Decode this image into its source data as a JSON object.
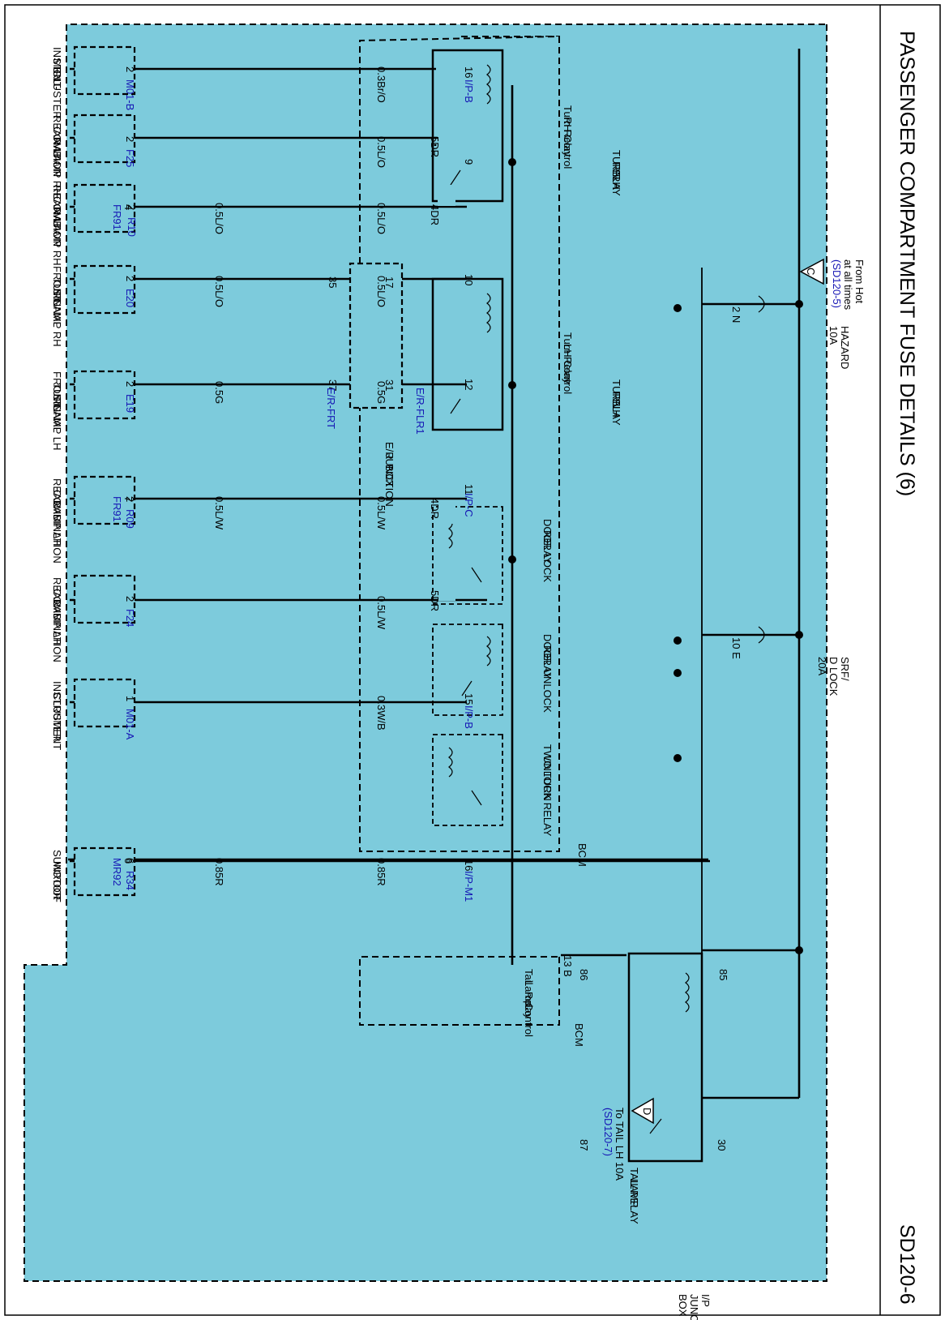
{
  "title": "PASSENGER COMPARTMENT FUSE DETAILS (6)",
  "page_code": "SD120-6",
  "labels": [
    {
      "text": "From Hot",
      "color": "black"
    },
    {
      "text": "at all times",
      "color": "black"
    },
    {
      "text": "(SD120-5)",
      "color": "blue"
    },
    {
      "text": "C",
      "color": "black"
    },
    {
      "text": "HAZARD",
      "color": "black"
    },
    {
      "text": "10A",
      "color": "black"
    },
    {
      "text": "SRF/",
      "color": "black"
    },
    {
      "text": "D LOCK",
      "color": "black"
    },
    {
      "text": "20A",
      "color": "black"
    },
    {
      "text": "2 N",
      "color": "black"
    },
    {
      "text": "10 E",
      "color": "black"
    },
    {
      "text": "TURN",
      "color": "black"
    },
    {
      "text": "RELAY",
      "color": "black"
    },
    {
      "text": "RH",
      "color": "black"
    },
    {
      "text": "TURN",
      "color": "black"
    },
    {
      "text": "RELAY",
      "color": "black"
    },
    {
      "text": "LH",
      "color": "black"
    },
    {
      "text": "Turn Relay",
      "color": "black"
    },
    {
      "text": "RH Control",
      "color": "black"
    },
    {
      "text": "Turn Relay",
      "color": "black"
    },
    {
      "text": "LH Control",
      "color": "black"
    },
    {
      "text": "DOOR LOCK",
      "color": "black"
    },
    {
      "text": "RELAY",
      "color": "black"
    },
    {
      "text": "DOOR UNLOCK",
      "color": "black"
    },
    {
      "text": "RELAY",
      "color": "black"
    },
    {
      "text": "TWO TURN",
      "color": "black"
    },
    {
      "text": "UNLOCK RELAY",
      "color": "black"
    },
    {
      "text": "BCM",
      "color": "black"
    },
    {
      "text": "85",
      "color": "black"
    },
    {
      "text": "86",
      "color": "black"
    },
    {
      "text": "87",
      "color": "black"
    },
    {
      "text": "30",
      "color": "black"
    },
    {
      "text": "13 B",
      "color": "black"
    },
    {
      "text": "Tail",
      "color": "black"
    },
    {
      "text": "Lamp",
      "color": "black"
    },
    {
      "text": "Relay",
      "color": "black"
    },
    {
      "text": "Control",
      "color": "black"
    },
    {
      "text": "BCM",
      "color": "black"
    },
    {
      "text": "TAIL",
      "color": "black"
    },
    {
      "text": "LAMP",
      "color": "black"
    },
    {
      "text": "RELAY",
      "color": "black"
    },
    {
      "text": "D",
      "color": "black"
    },
    {
      "text": "To TAIL LH 10A",
      "color": "black"
    },
    {
      "text": "(SD120-7)",
      "color": "blue"
    },
    {
      "text": "I/P",
      "color": "black"
    },
    {
      "text": "JUNCTION",
      "color": "black"
    },
    {
      "text": "BOX",
      "color": "black"
    },
    {
      "text": "16",
      "color": "black"
    },
    {
      "text": "I/P-B",
      "color": "blue"
    },
    {
      "text": "9",
      "color": "black"
    },
    {
      "text": "10",
      "color": "black"
    },
    {
      "text": "12",
      "color": "black"
    },
    {
      "text": "11",
      "color": "black"
    },
    {
      "text": "I/P-C",
      "color": "blue"
    },
    {
      "text": "15",
      "color": "black"
    },
    {
      "text": "I/P-B",
      "color": "blue"
    },
    {
      "text": "16",
      "color": "black"
    },
    {
      "text": "I/P-M1",
      "color": "blue"
    },
    {
      "text": "0.3Br/O",
      "color": "black"
    },
    {
      "text": "0.5L/O",
      "color": "black"
    },
    {
      "text": "0.5L/O",
      "color": "black"
    },
    {
      "text": "0.5L/O",
      "color": "black"
    },
    {
      "text": "0.5G",
      "color": "black"
    },
    {
      "text": "0.5L/W",
      "color": "black"
    },
    {
      "text": "0.5L/W",
      "color": "black"
    },
    {
      "text": "0.3W/B",
      "color": "black"
    },
    {
      "text": "0.85R",
      "color": "black"
    },
    {
      "text": "5DR",
      "color": "black"
    },
    {
      "text": "4DR",
      "color": "black"
    },
    {
      "text": "4DR",
      "color": "black"
    },
    {
      "text": "5DR",
      "color": "black"
    },
    {
      "text": "17",
      "color": "black"
    },
    {
      "text": "E/R-FLR1",
      "color": "blue"
    },
    {
      "text": "31",
      "color": "black"
    },
    {
      "text": "35",
      "color": "black"
    },
    {
      "text": "37",
      "color": "black"
    },
    {
      "text": "E/R-FRT",
      "color": "blue"
    },
    {
      "text": "E/R",
      "color": "black"
    },
    {
      "text": "JUNCTION",
      "color": "black"
    },
    {
      "text": "BOX",
      "color": "black"
    },
    {
      "text": "0.5L/O",
      "color": "black"
    },
    {
      "text": "0.5L/O",
      "color": "black"
    },
    {
      "text": "0.5G",
      "color": "black"
    },
    {
      "text": "0.5L/W",
      "color": "black"
    },
    {
      "text": "0.85R",
      "color": "black"
    },
    {
      "text": "4",
      "color": "black"
    },
    {
      "text": "FR91",
      "color": "blue"
    },
    {
      "text": "7",
      "color": "black"
    },
    {
      "text": "FR91",
      "color": "blue"
    },
    {
      "text": "6",
      "color": "black"
    },
    {
      "text": "MR92",
      "color": "blue"
    },
    {
      "text": "2",
      "color": "black"
    },
    {
      "text": "M01-B",
      "color": "blue"
    },
    {
      "text": "2",
      "color": "black"
    },
    {
      "text": "F25",
      "color": "blue"
    },
    {
      "text": "2",
      "color": "black"
    },
    {
      "text": "R10",
      "color": "blue"
    },
    {
      "text": "2",
      "color": "black"
    },
    {
      "text": "E20",
      "color": "blue"
    },
    {
      "text": "2",
      "color": "black"
    },
    {
      "text": "E19",
      "color": "blue"
    },
    {
      "text": "2",
      "color": "black"
    },
    {
      "text": "R09",
      "color": "blue"
    },
    {
      "text": "2",
      "color": "black"
    },
    {
      "text": "F24",
      "color": "blue"
    },
    {
      "text": "1",
      "color": "black"
    },
    {
      "text": "M01-A",
      "color": "blue"
    },
    {
      "text": "6",
      "color": "black"
    },
    {
      "text": "R34",
      "color": "blue"
    },
    {
      "text": "INSTRU-",
      "color": "black"
    },
    {
      "text": "MENT",
      "color": "black"
    },
    {
      "text": "CLUSTER",
      "color": "black"
    },
    {
      "text": "REAR",
      "color": "black"
    },
    {
      "text": "COMBI-",
      "color": "black"
    },
    {
      "text": "NATION",
      "color": "black"
    },
    {
      "text": "LAMP RH",
      "color": "black"
    },
    {
      "text": "REAR",
      "color": "black"
    },
    {
      "text": "COMBI-",
      "color": "black"
    },
    {
      "text": "NATION",
      "color": "black"
    },
    {
      "text": "LAMP RH",
      "color": "black"
    },
    {
      "text": "FRONT",
      "color": "black"
    },
    {
      "text": "TURN",
      "color": "black"
    },
    {
      "text": "SIGNAL",
      "color": "black"
    },
    {
      "text": "LAMP RH",
      "color": "black"
    },
    {
      "text": "FRONT",
      "color": "black"
    },
    {
      "text": "TURN",
      "color": "black"
    },
    {
      "text": "SIGNAL",
      "color": "black"
    },
    {
      "text": "LAMP LH",
      "color": "black"
    },
    {
      "text": "REAR",
      "color": "black"
    },
    {
      "text": "COMBINATION",
      "color": "black"
    },
    {
      "text": "LAMP LH",
      "color": "black"
    },
    {
      "text": "REAR",
      "color": "black"
    },
    {
      "text": "COMBINATION",
      "color": "black"
    },
    {
      "text": "LAMP LH",
      "color": "black"
    },
    {
      "text": "INSTRUMENT",
      "color": "black"
    },
    {
      "text": "CLUSTER",
      "color": "black"
    },
    {
      "text": "SUNROOF",
      "color": "black"
    },
    {
      "text": "MOTOR",
      "color": "black"
    }
  ]
}
